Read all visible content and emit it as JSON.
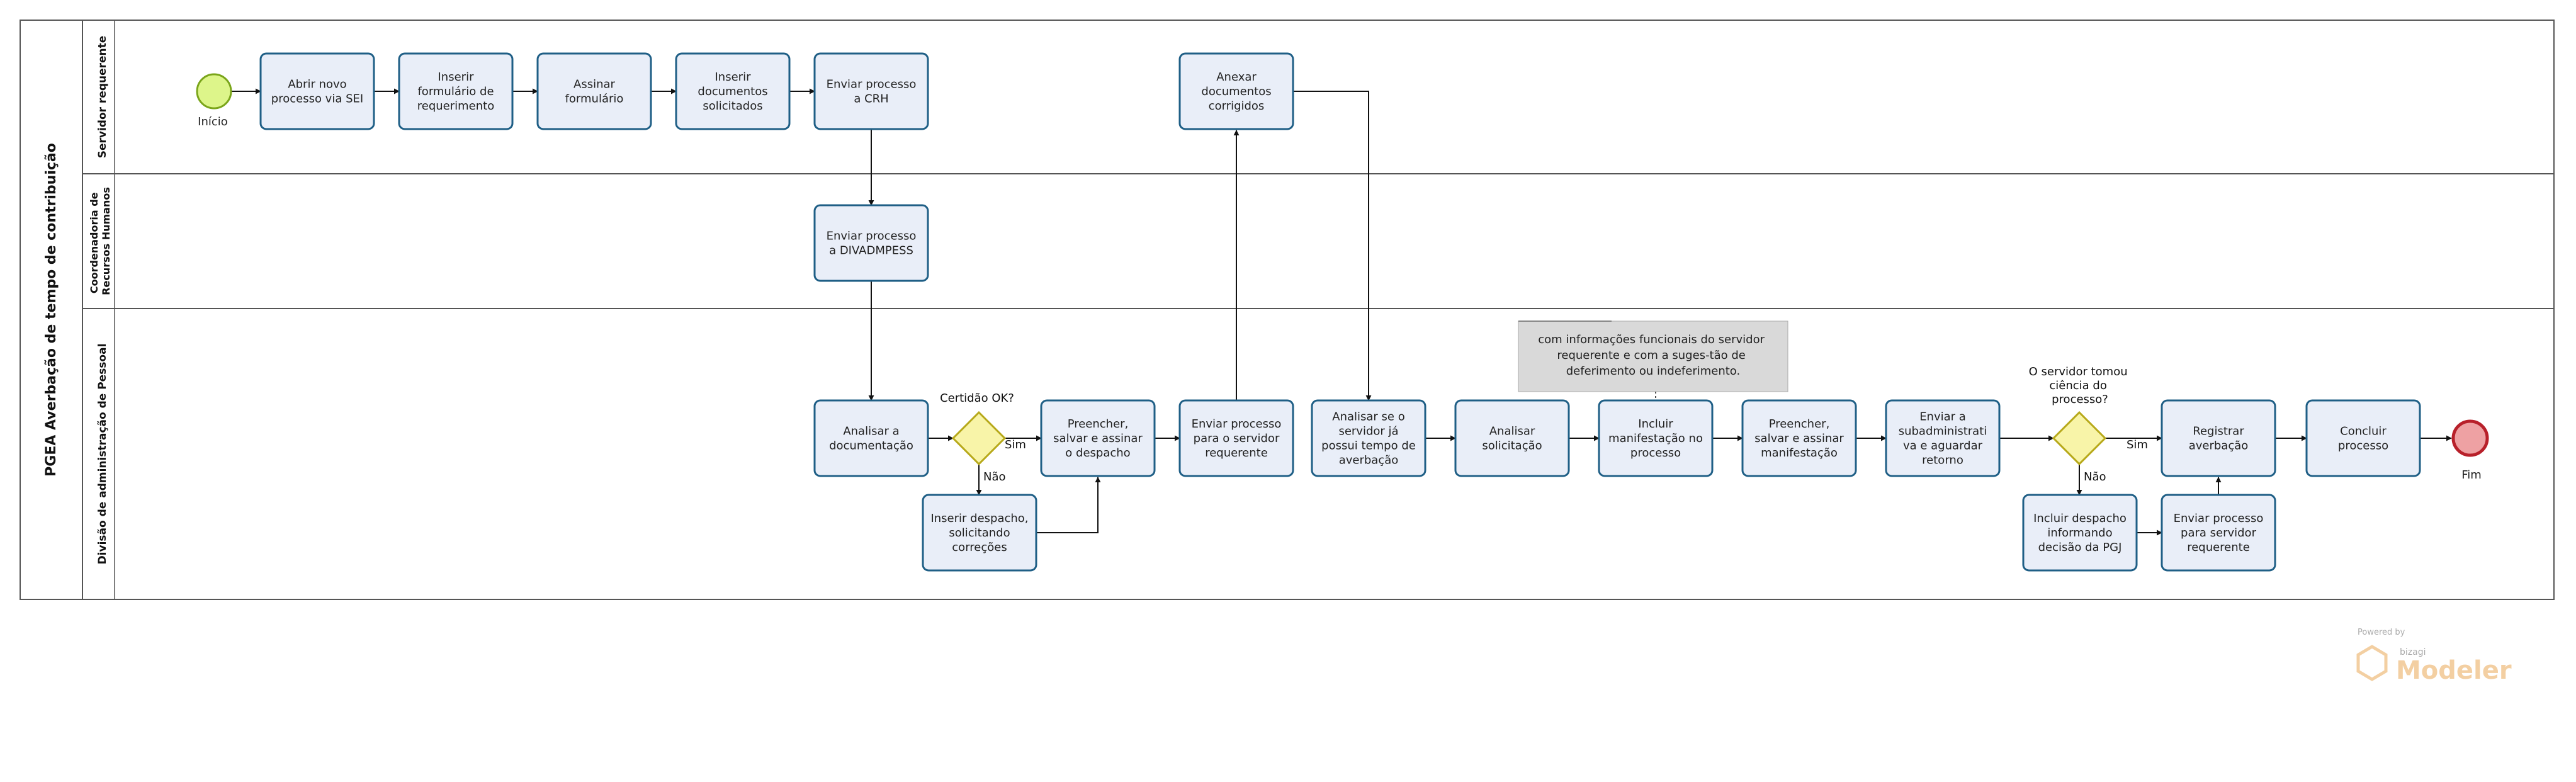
{
  "pool": {
    "title": "PGEA Averbação de tempo de contribuição"
  },
  "lanes": [
    {
      "id": "servidor",
      "label": [
        "Servidor requerente"
      ]
    },
    {
      "id": "crh",
      "label": [
        "Coordenadoria de",
        "Recursos Humanos"
      ]
    },
    {
      "id": "div",
      "label": [
        "Divisão de administração de Pessoal"
      ]
    }
  ],
  "events": {
    "start": {
      "label": "Início"
    },
    "end": {
      "label": "Fim"
    }
  },
  "tasks": {
    "t1": [
      "Abrir novo",
      "processo via SEI"
    ],
    "t2": [
      "Inserir",
      "formulário de",
      "requerimento"
    ],
    "t3": [
      "Assinar",
      "formulário"
    ],
    "t4": [
      "Inserir",
      "documentos",
      "solicitados"
    ],
    "t5": [
      "Enviar processo",
      "a CRH"
    ],
    "t6": [
      "Anexar",
      "documentos",
      "corrigidos"
    ],
    "t7": [
      "Enviar processo",
      "a DIVADMPESS"
    ],
    "t8": [
      "Analisar a",
      "documentação"
    ],
    "t9": [
      "Inserir despacho,",
      "solicitando",
      "correções"
    ],
    "t10": [
      "Preencher,",
      "salvar e assinar",
      "o despacho"
    ],
    "t11": [
      "Enviar processo",
      "para o servidor",
      "requerente"
    ],
    "t12": [
      "Analisar se o",
      "servidor já",
      "possui tempo de",
      "averbação"
    ],
    "t13": [
      "Analisar",
      "solicitação"
    ],
    "t14": [
      "Incluir",
      "manifestação no",
      "processo"
    ],
    "t15": [
      "Preencher,",
      "salvar e assinar",
      "manifestação"
    ],
    "t16": [
      "Enviar a",
      "subadministrati",
      "va e aguardar",
      "retorno"
    ],
    "t17": [
      "Incluir despacho",
      "informando",
      "decisão da PGJ"
    ],
    "t18": [
      "Enviar processo",
      "para servidor",
      "requerente"
    ],
    "t19": [
      "Registrar",
      "averbação"
    ],
    "t20": [
      "Concluir",
      "processo"
    ]
  },
  "gateways": {
    "g1": {
      "question": [
        "Certidão OK?"
      ],
      "yes": "Sim",
      "no": "Não"
    },
    "g2": {
      "question": [
        "O servidor tomou",
        "ciência do",
        "processo?"
      ],
      "yes": "Sim",
      "no": "Não"
    }
  },
  "annotation": {
    "lines": [
      "com informações funcionais do servidor",
      "requerente e com a suges-tão de",
      "deferimento ou indeferimento."
    ]
  },
  "watermark": {
    "powered": "Powered by",
    "brand": "bizagi",
    "product": "Modeler"
  },
  "colors": {
    "task_fill": "#e9eef8",
    "task_stroke": "#1f5f86",
    "start_fill": "#ddf58a",
    "start_stroke": "#7aa51a",
    "end_fill": "#eea1a3",
    "end_stroke": "#b8202a",
    "gateway_fill": "#f8f4a8",
    "gateway_stroke": "#b7a91a",
    "lane_stroke": "#555555",
    "annotation_fill": "#d9d9d9",
    "watermark": "#f3cfa2"
  }
}
